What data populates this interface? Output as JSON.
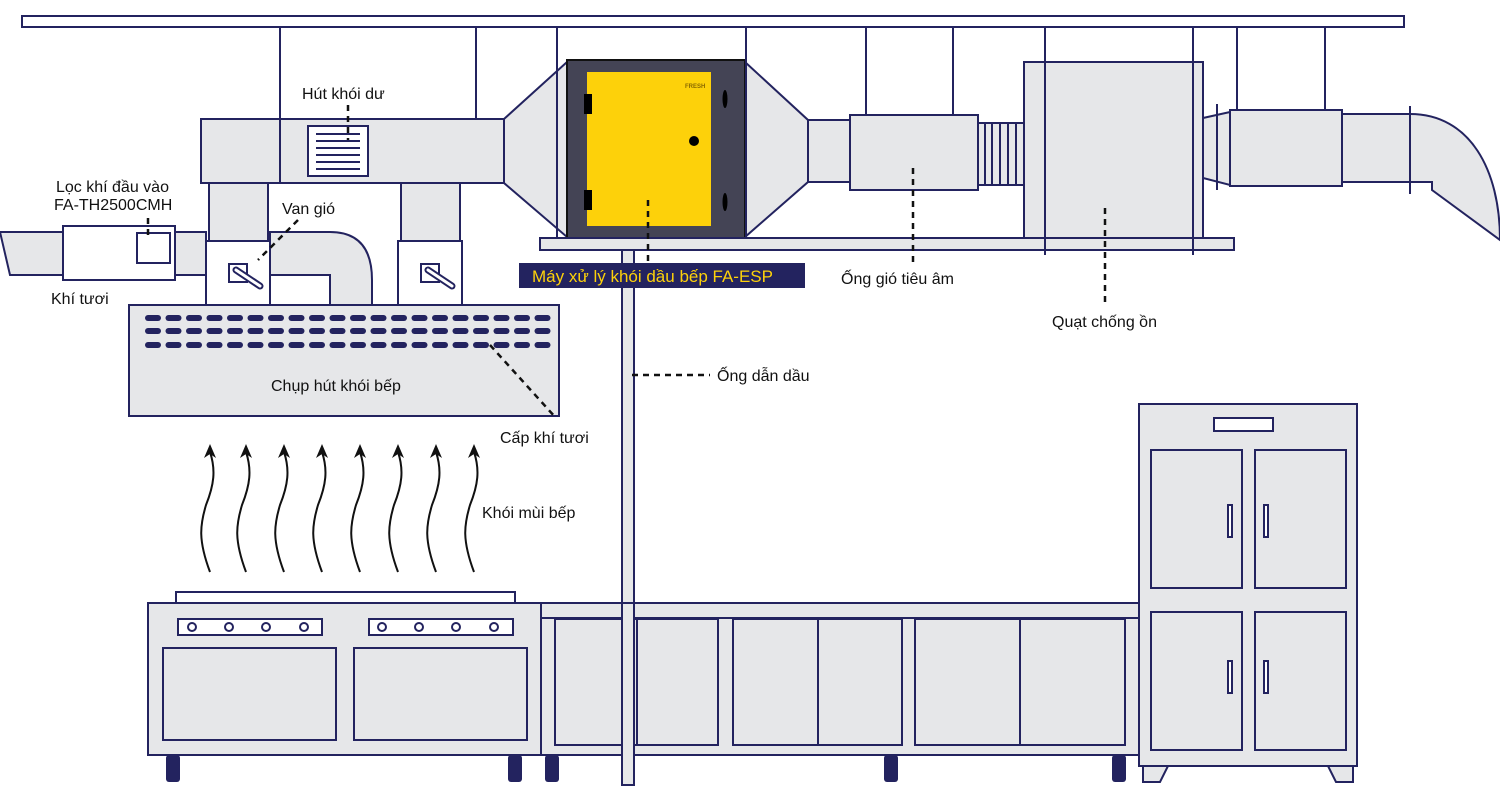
{
  "labels": {
    "residual_exhaust": "Hút khói dư",
    "inlet_filter_line1": "Lọc khí đầu vào",
    "inlet_filter_line2": "FA-TH2500CMH",
    "damper": "Van gió",
    "fresh_air": "Khí tươi",
    "hood": "Chụp hút khói bếp",
    "fresh_air_supply": "Cấp khí tươi",
    "cooking_smoke": "Khói mùi bếp",
    "esp_machine": "Máy xử lý khói dầu bếp FA-ESP",
    "silencer_duct": "Ống gió tiêu âm",
    "noise_fan": "Quạt chống ồn",
    "oil_pipe": "Ống dẫn dầu"
  },
  "logo_text": "FRESH",
  "colors": {
    "stroke": "#23235f",
    "duct": "#e6e7e9",
    "esp_body": "#444455",
    "esp_door": "#fdd10a",
    "label_bg": "#23235f",
    "label_text": "#fdd10a"
  }
}
